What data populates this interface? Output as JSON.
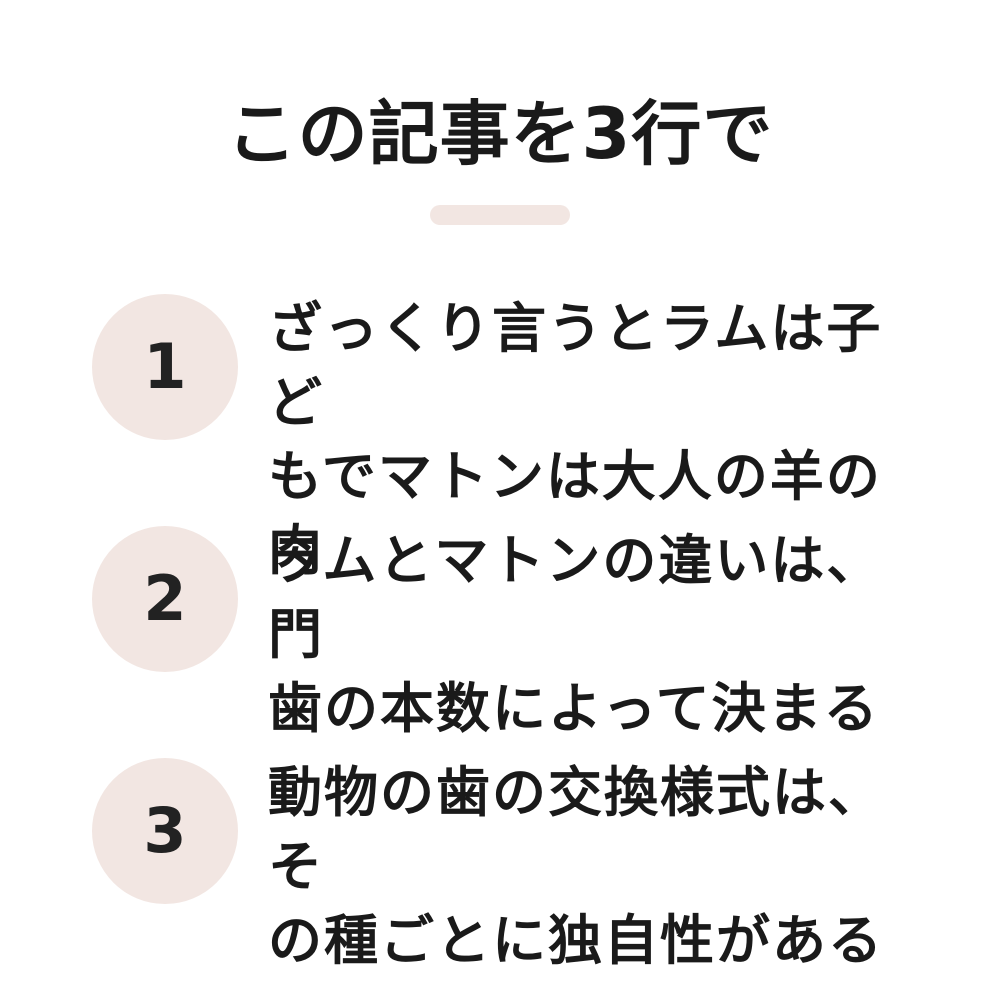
{
  "title": "この記事を3行で",
  "colors": {
    "accent": "#f2e6e2",
    "text": "#1a1a1a"
  },
  "points": [
    {
      "number": "1",
      "line1": "ざっくり言うとラムは子ど",
      "line2": "もでマトンは大人の羊の肉"
    },
    {
      "number": "2",
      "line1": "ラムとマトンの違いは、門",
      "line2": "歯の本数によって決まる"
    },
    {
      "number": "3",
      "line1": "動物の歯の交換様式は、そ",
      "line2": "の種ごとに独自性がある"
    }
  ]
}
